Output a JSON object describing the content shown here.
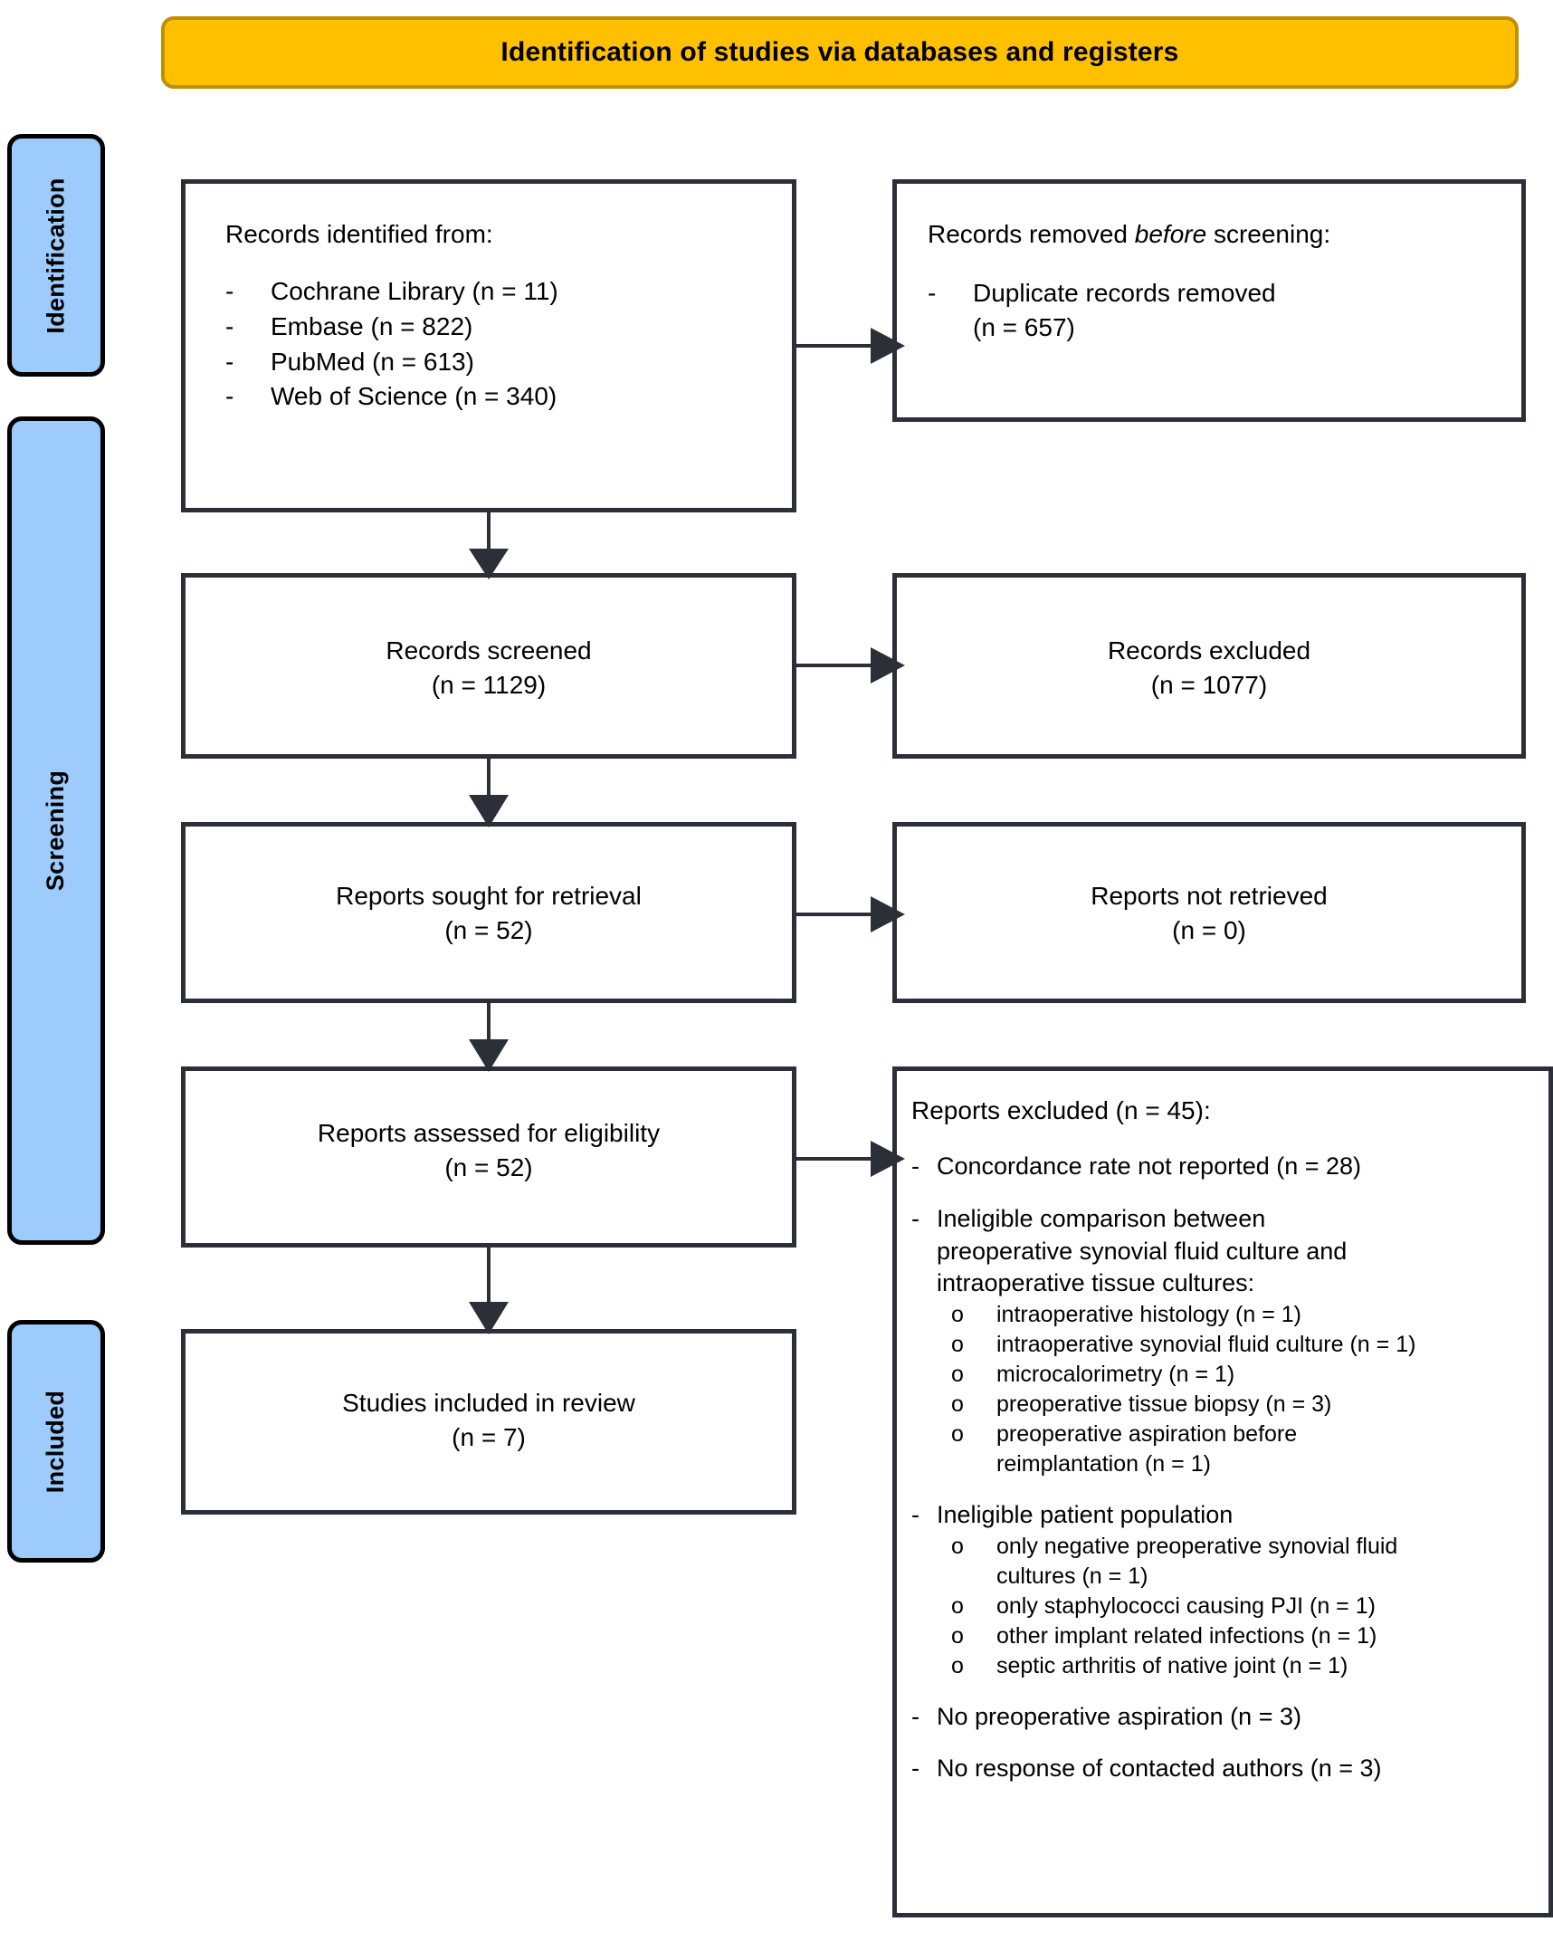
{
  "banner": {
    "title": "Identification of studies via databases and registers"
  },
  "stages": [
    {
      "id": "identification",
      "label": "Identification"
    },
    {
      "id": "screening",
      "label": "Screening"
    },
    {
      "id": "included",
      "label": "Included"
    }
  ],
  "boxes": {
    "identified": {
      "heading": "Records identified from:",
      "items": [
        "Cochrane Library (n = 11)",
        "Embase (n = 822)",
        "PubMed (n = 613)",
        "Web of Science (n = 340)"
      ],
      "dash": "-"
    },
    "removed": {
      "heading_pre": "Records removed ",
      "heading_em": "before",
      "heading_post": " screening:",
      "items": [
        "Duplicate records removed",
        "(n = 657)"
      ],
      "dash": "-"
    },
    "screened": {
      "line1": "Records screened",
      "line2": "(n = 1129)"
    },
    "excluded": {
      "line1": "Records excluded",
      "line2": "(n = 1077)"
    },
    "sought": {
      "line1": "Reports sought for retrieval",
      "line2": "(n = 52)"
    },
    "not_retrieved": {
      "line1": "Reports not retrieved",
      "line2": "(n = 0)"
    },
    "assessed": {
      "line1": "Reports assessed for eligibility",
      "line2": "(n = 52)"
    },
    "included": {
      "line1": "Studies included in review",
      "line2": "(n = 7)"
    },
    "reports_excluded": {
      "heading": "Reports excluded (n = 45):",
      "dash": "-",
      "circle": "o",
      "r1": "Concordance rate not reported (n = 28)",
      "r2_l1": "Ineligible comparison between",
      "r2_l2": "preoperative synovial fluid culture and",
      "r2_l3": "intraoperative tissue cultures:",
      "r2_sub": [
        "intraoperative histology (n = 1)",
        "intraoperative synovial fluid culture (n = 1)",
        "microcalorimetry (n = 1)",
        "preoperative tissue biopsy (n = 3)",
        "preoperative aspiration before"
      ],
      "r2_sub_last_cont": "reimplantation (n = 1)",
      "r3": "Ineligible patient population",
      "r3_sub_1a": "only negative preoperative synovial fluid",
      "r3_sub_1b": "cultures (n = 1)",
      "r3_sub_rest": [
        "only staphylococci causing PJI (n = 1)",
        "other implant related infections (n = 1)",
        "septic arthritis of native joint (n = 1)"
      ],
      "r4": "No preoperative aspiration (n = 3)",
      "r5": "No response of contacted authors (n = 3)"
    }
  },
  "colors": {
    "banner_fill": "#FFC000",
    "banner_border": "#BF8F00",
    "stage_fill": "#9DCCFC",
    "stage_border": "#000000",
    "box_border": "#2B3038",
    "arrow": "#2B3038",
    "text": "#000000"
  }
}
